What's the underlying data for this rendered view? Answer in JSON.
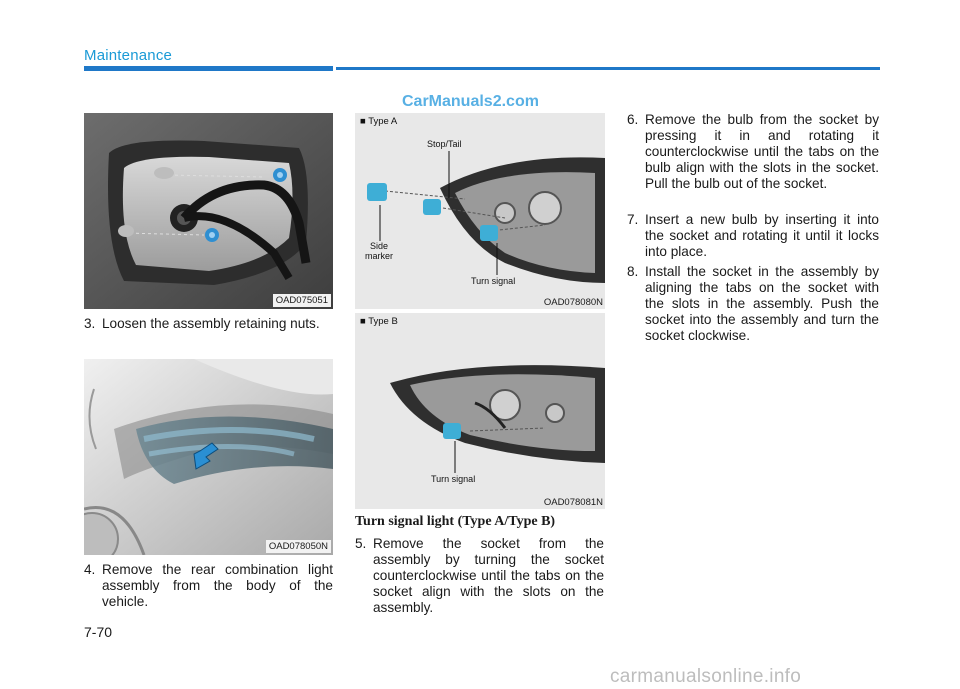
{
  "header": {
    "section_title": "Maintenance"
  },
  "watermark_top": "CarManuals2.com",
  "watermark_bottom": "carmanualsonline.info",
  "page_number": "7-70",
  "figures": {
    "fig1": {
      "code": "OAD075051"
    },
    "fig2": {
      "code": "OAD078050N"
    },
    "fig3": {
      "code": "OAD078080N",
      "type_label": "■ Type A",
      "callouts": {
        "stop_tail": "Stop/Tail",
        "side_marker": "Side\nmarker",
        "turn_signal": "Turn signal"
      }
    },
    "fig4": {
      "code": "OAD078081N",
      "type_label": "■ Type B",
      "callouts": {
        "turn_signal": "Turn signal"
      }
    }
  },
  "section_heading": "Turn signal light (Type A/Type B)",
  "steps": [
    {
      "num": "3.",
      "text": "Loosen the assembly retaining nuts."
    },
    {
      "num": "4.",
      "text": "Remove the rear combination light assembly from the body of the vehicle."
    },
    {
      "num": "5.",
      "text": "Remove the socket from the assembly by turning the socket counterclockwise until the tabs on the socket align with the slots on the assembly."
    },
    {
      "num": "6.",
      "text": "Remove the bulb from the socket by pressing it in and rotating it counterclockwise until the tabs on the bulb align with the slots in the socket. Pull the bulb out of the socket."
    },
    {
      "num": "7.",
      "text": "Insert a new bulb by inserting it into the socket and rotating it until it locks into place."
    },
    {
      "num": "8.",
      "text": "Install the socket in the assembly by aligning the tabs on the socket with the slots in the assembly. Push the socket into the assembly and turn the socket clockwise."
    }
  ]
}
